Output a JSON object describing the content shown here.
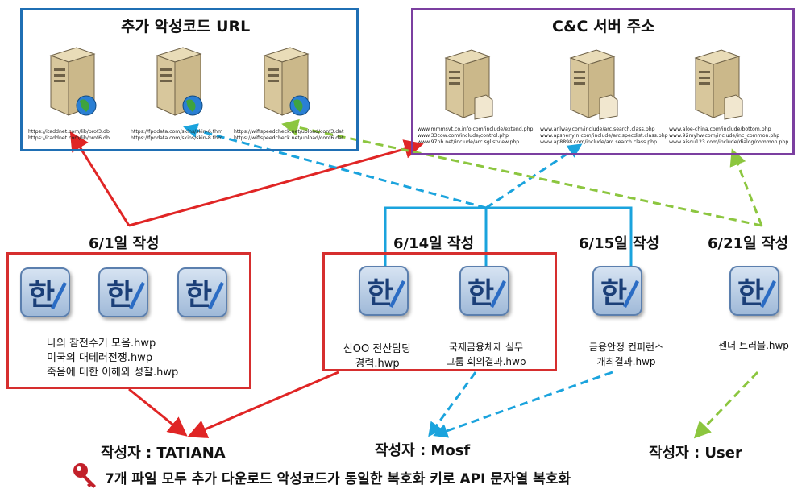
{
  "url_box": {
    "title": "추가 악성코드 URL",
    "servers": [
      {
        "lines": [
          "https://itaddnet.com/lib/prof3.db",
          "https://itaddnet.com/lib/prof6.db"
        ]
      },
      {
        "lines": [
          "https://fpddata.com/skins/skin-6.thm",
          "https://fpddata.com/skins/skin-8.thm"
        ]
      },
      {
        "lines": [
          "https://wifispeedcheck.net/upload/conf3.dat",
          "https://wifispeedcheck.net/upload/conf6.dat"
        ]
      }
    ]
  },
  "cnc_box": {
    "title": "C&C 서버 주소",
    "servers": [
      {
        "lines": [
          "www.mmmsvt.co.info.com/include/extend.php",
          "www.33cow.com/include/control.php",
          "www.97nb.net/include/arc.sglistview.php"
        ]
      },
      {
        "lines": [
          "www.anlway.com/include/arc.search.class.php",
          "www.apshenyin.com/include/arc.specdist.class.php",
          "www.ap8898.com/include/arc.search.class.php"
        ]
      },
      {
        "lines": [
          "www.aloe-china.com/include/bottom.php",
          "www.92myhw.com/include/inc_common.php",
          "www.aisou123.com/include/dialog/common.php"
        ]
      }
    ]
  },
  "dates": {
    "d1": "6/1일 작성",
    "d2": "6/14일 작성",
    "d3": "6/15일 작성",
    "d4": "6/21일 작성"
  },
  "files": {
    "g1": [
      "나의 참전수기 모음.hwp",
      "미국의 대테러전쟁.hwp",
      "죽음에 대한 이해와 성찰.hwp"
    ],
    "g2a": [
      "신OO 전산담당",
      "경력.hwp"
    ],
    "g2b": [
      "국제금융체제 실무",
      "그룹 회의결과.hwp"
    ],
    "g3": [
      "금융안정 컨퍼런스",
      "개최결과.hwp"
    ],
    "g4": "젠더 트러블.hwp"
  },
  "authors": {
    "a1": "작성자 : TATIANA",
    "a2": "작성자 : Mosf",
    "a3": "작성자 : User"
  },
  "note": "7개 파일 모두 추가 다운로드 악성코드가 동일한 복호화 키로 API 문자열 복호화",
  "colors": {
    "url_border": "#1f6fb4",
    "cnc_border": "#7b3fa0",
    "group_border": "#d62e2e",
    "red_arrow": "#e02525",
    "blue_arrow": "#1aa3dd",
    "green_arrow": "#8cc63f"
  },
  "icons": [
    "server-globe-icon",
    "server-document-icon",
    "hwp-file-icon",
    "key-icon"
  ]
}
